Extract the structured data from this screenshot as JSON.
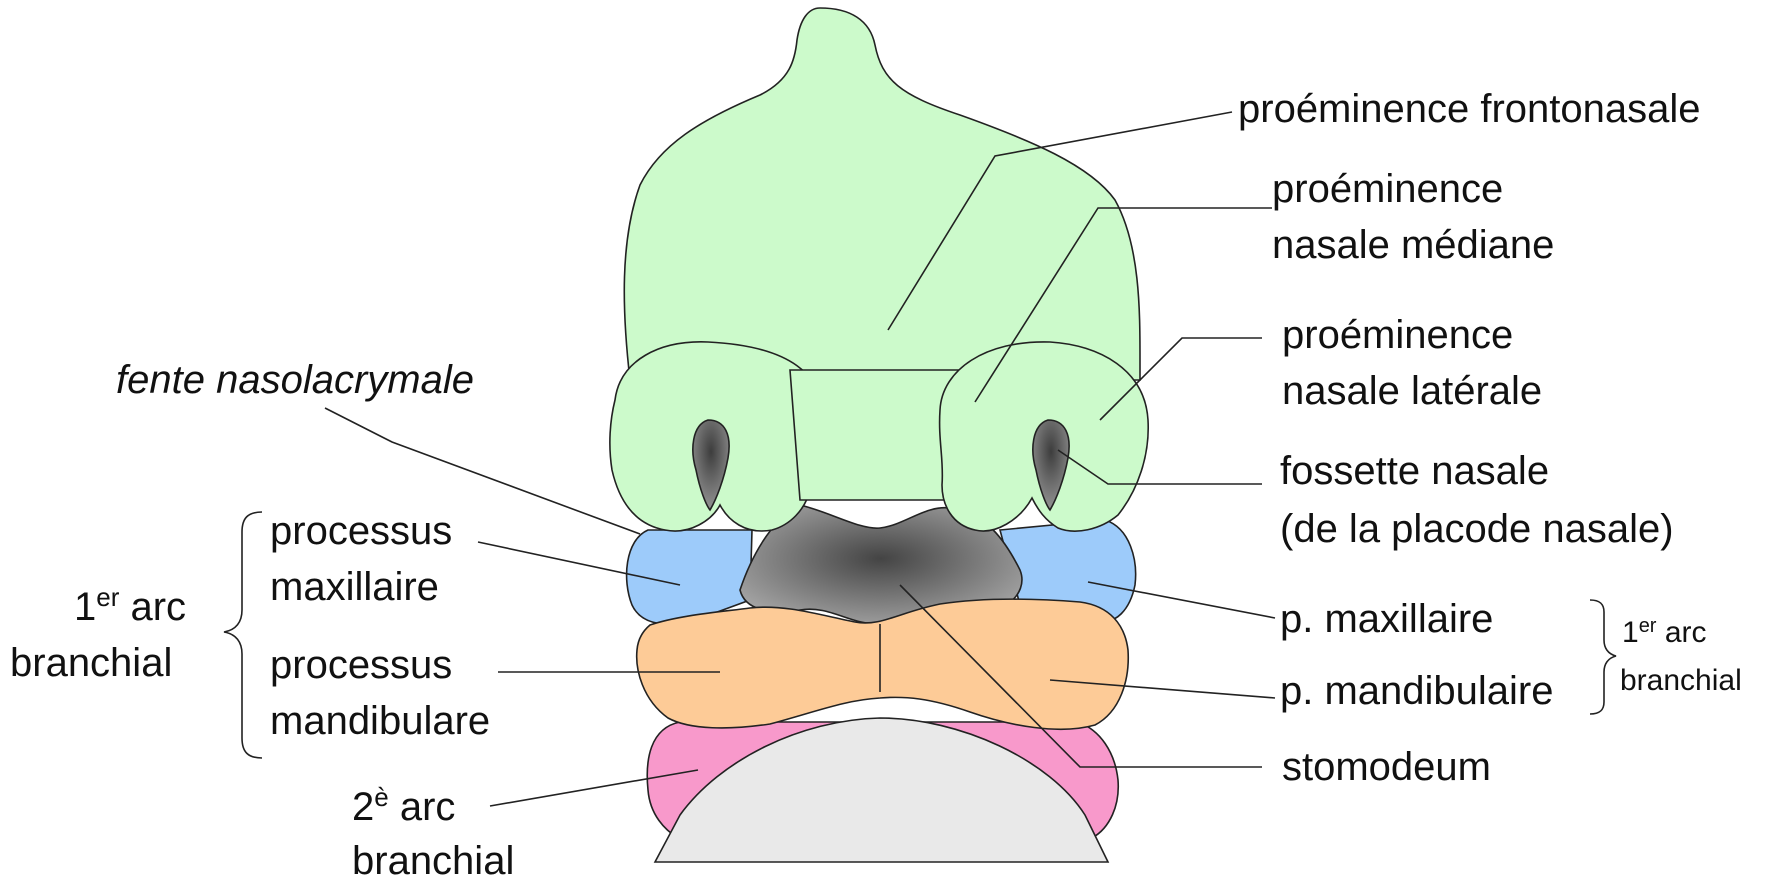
{
  "colors": {
    "frontonasal": "#ccfacb",
    "maxillary": "#9dcbfa",
    "mandibular": "#fdcb97",
    "second_arch": "#f899cb",
    "stomodeum_light": "#a3a3a3",
    "stomodeum_dark": "#444444",
    "body": "#e9e9e9",
    "nasal_pit": "#5a5a5a"
  },
  "labels": {
    "frontonasal": "proéminence frontonasale",
    "nasal_median_1": "proéminence",
    "nasal_median_2": "nasale médiane",
    "nasal_lateral_1": "proéminence",
    "nasal_lateral_2": "nasale latérale",
    "fossette_1": "fossette nasale",
    "fossette_2_open": "(",
    "fossette_2_italic": "de la placode nasale",
    "fossette_2_close": ")",
    "p_maxillaire": "p. maxillaire",
    "p_mandibulaire": "p. mandibulaire",
    "stomodeum": "stomodeum",
    "right_arch_1_num": "1",
    "right_arch_1_sup": "er",
    "right_arch_1_rest": " arc",
    "right_arch_2": "branchial",
    "fente": "fente nasolacrymale",
    "proc_max_1": "processus",
    "proc_max_2": "maxillaire",
    "proc_mand_1": "processus",
    "proc_mand_2": "mandibulare",
    "left_arch_1_num": "1",
    "left_arch_1_sup": "er",
    "left_arch_1_rest": " arc",
    "left_arch_2": "branchial",
    "second_arch_1_num": "2",
    "second_arch_1_sup": "è",
    "second_arch_1_rest": " arc",
    "second_arch_2": "branchial"
  }
}
